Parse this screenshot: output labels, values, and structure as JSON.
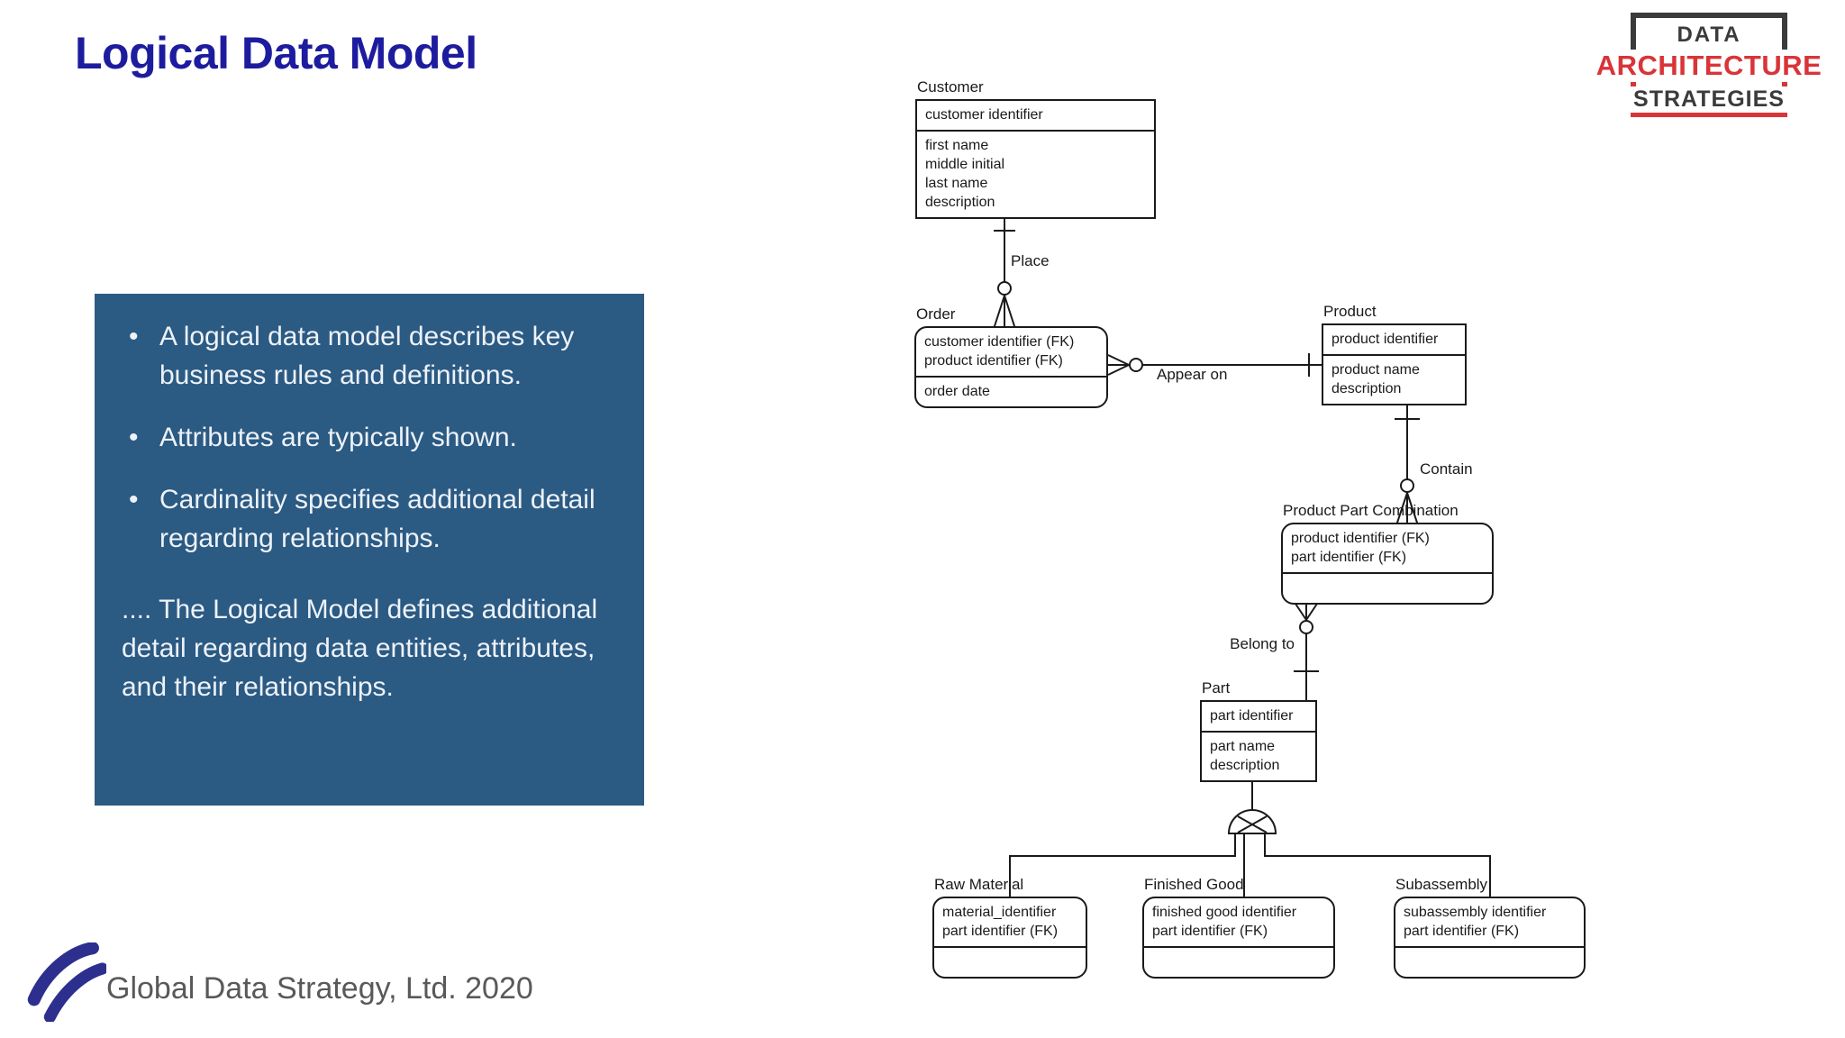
{
  "slide": {
    "title": "Logical Data Model",
    "footer": "Global Data Strategy, Ltd. 2020"
  },
  "logo": {
    "line1": "DATA",
    "line2": "ARCHITECTURE",
    "line3": "STRATEGIES"
  },
  "callout": {
    "bullets": [
      "A logical data model describes key business rules and definitions.",
      "Attributes are typically shown.",
      "Cardinality specifies additional detail regarding relationships."
    ],
    "paragraph": ".... The Logical Model defines additional detail regarding data entities, attributes, and their relationships."
  },
  "diagram": {
    "entities": [
      {
        "name": "Customer",
        "shape": "square",
        "keys": [
          "customer identifier"
        ],
        "attributes": [
          "first name",
          "middle initial",
          "last name",
          "description"
        ]
      },
      {
        "name": "Order",
        "shape": "rounded",
        "keys": [
          "customer identifier (FK)",
          "product identifier (FK)"
        ],
        "attributes": [
          "order date"
        ]
      },
      {
        "name": "Product",
        "shape": "square",
        "keys": [
          "product identifier"
        ],
        "attributes": [
          "product name",
          "description"
        ]
      },
      {
        "name": "Product Part Combination",
        "shape": "rounded",
        "keys": [
          "product identifier (FK)",
          "part identifier (FK)"
        ],
        "attributes": []
      },
      {
        "name": "Part",
        "shape": "square",
        "keys": [
          "part identifier"
        ],
        "attributes": [
          "part name",
          "description"
        ]
      },
      {
        "name": "Raw Material",
        "shape": "rounded",
        "keys": [
          "material_identifier",
          "part identifier (FK)"
        ],
        "attributes": []
      },
      {
        "name": "Finished Good",
        "shape": "rounded",
        "keys": [
          "finished good identifier",
          "part identifier (FK)"
        ],
        "attributes": []
      },
      {
        "name": "Subassembly",
        "shape": "rounded",
        "keys": [
          "subassembly identifier",
          "part identifier (FK)"
        ],
        "attributes": []
      }
    ],
    "relationships": [
      {
        "label": "Place",
        "from": "Customer",
        "to": "Order",
        "cardinality": "one to zero-or-many"
      },
      {
        "label": "Appear on",
        "from": "Order",
        "to": "Product",
        "cardinality": "zero-or-many to one"
      },
      {
        "label": "Contain",
        "from": "Product",
        "to": "Product Part Combination",
        "cardinality": "one to zero-or-many"
      },
      {
        "label": "Belong to",
        "from": "Product Part Combination",
        "to": "Part",
        "cardinality": "zero-or-many to one"
      },
      {
        "label": "",
        "from": "Part",
        "to": "Raw Material / Finished Good / Subassembly",
        "cardinality": "exclusive subtype"
      }
    ]
  },
  "colors": {
    "background": "#ffffff",
    "title": "#1e1c9e",
    "callout_bg": "#2b5a83",
    "callout_text": "#edf2f7",
    "diagram_ink": "#1a1a1a",
    "logo_dark": "#3b3b3b",
    "logo_red": "#d93438",
    "footer_text": "#595959",
    "swoosh_navy": "#2d2f8f"
  }
}
